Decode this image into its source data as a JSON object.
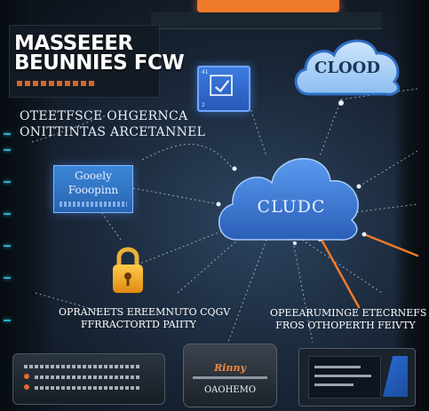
{
  "headline": {
    "line1": "MASSEEER",
    "line2": "BEUNNIES FCW"
  },
  "subhead": {
    "line1": "OTEETFSCE OHGERNCA",
    "line2": "ONITTINTAS ARCETANNEL"
  },
  "monitor": {
    "num_top": "41",
    "num_bottom": "2"
  },
  "blue_panel": {
    "line1": "Gooely",
    "line2": "Fooopinn"
  },
  "cloud_top": {
    "label": "CLOOD"
  },
  "cloud_main": {
    "label": "CLUDC"
  },
  "captions": {
    "left_line1": "OPRANEETS EREEMNUTO CQGV",
    "left_line2": "FFRRACTORTD PAIITY",
    "right_line1": "OPEEARUMINGE ETECRNEFS",
    "right_line2": "FROS OTHOPERTH FEIVTY"
  },
  "devices": {
    "middle_brand": "Rinny",
    "middle_label": "OAOHEMO"
  },
  "colors": {
    "accent_orange": "#ef7a2a",
    "accent_blue": "#3a78dd",
    "background": "#0b1119"
  },
  "icons": {
    "lock": "lock-icon",
    "checkmark": "checkmark-icon",
    "cloud": "cloud-icon"
  }
}
